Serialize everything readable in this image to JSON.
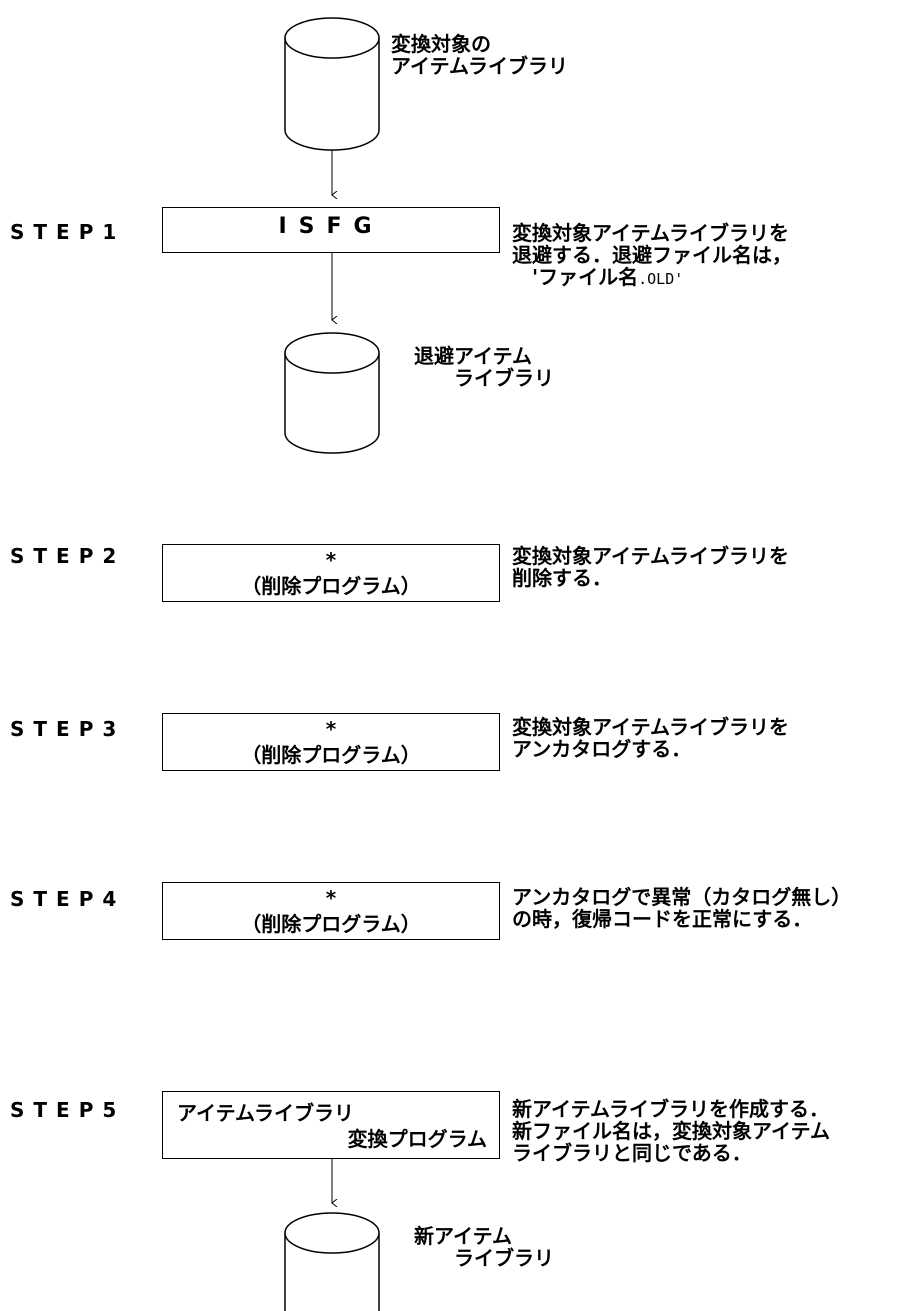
{
  "top_library": {
    "label_lines": [
      "変換対象の",
      "アイテムライブラリ"
    ]
  },
  "step1": {
    "step_label": "STEP1",
    "program": "ISFG",
    "note_lines": [
      "変換対象アイテムライブラリを",
      "退避する．退避ファイル名は，",
      "　'ファイル名",
      ".OLD'"
    ],
    "output_library_lines": [
      "退避アイテム",
      "　　ライブラリ"
    ]
  },
  "step2": {
    "step_label": "STEP2",
    "program_lines": [
      "*",
      "（削除プログラム）"
    ],
    "note_lines": [
      "変換対象アイテムライブラリを",
      "削除する．"
    ]
  },
  "step3": {
    "step_label": "STEP3",
    "program_lines": [
      "*",
      "（削除プログラム）"
    ],
    "note_lines": [
      "変換対象アイテムライブラリを",
      "アンカタログする．"
    ]
  },
  "step4": {
    "step_label": "STEP4",
    "program_lines": [
      "*",
      "（削除プログラム）"
    ],
    "note_lines": [
      "アンカタログで異常（カタログ無し）",
      "の時，復帰コードを正常にする．"
    ]
  },
  "step5": {
    "step_label": "STEP5",
    "program_lines": [
      "アイテムライブラリ",
      "変換プログラム"
    ],
    "note_lines": [
      "新アイテムライブラリを作成する．",
      "新ファイル名は，変換対象アイテム",
      "ライブラリと同じである．"
    ],
    "output_library_lines": [
      "新アイテム",
      "　　ライブラリ"
    ]
  }
}
